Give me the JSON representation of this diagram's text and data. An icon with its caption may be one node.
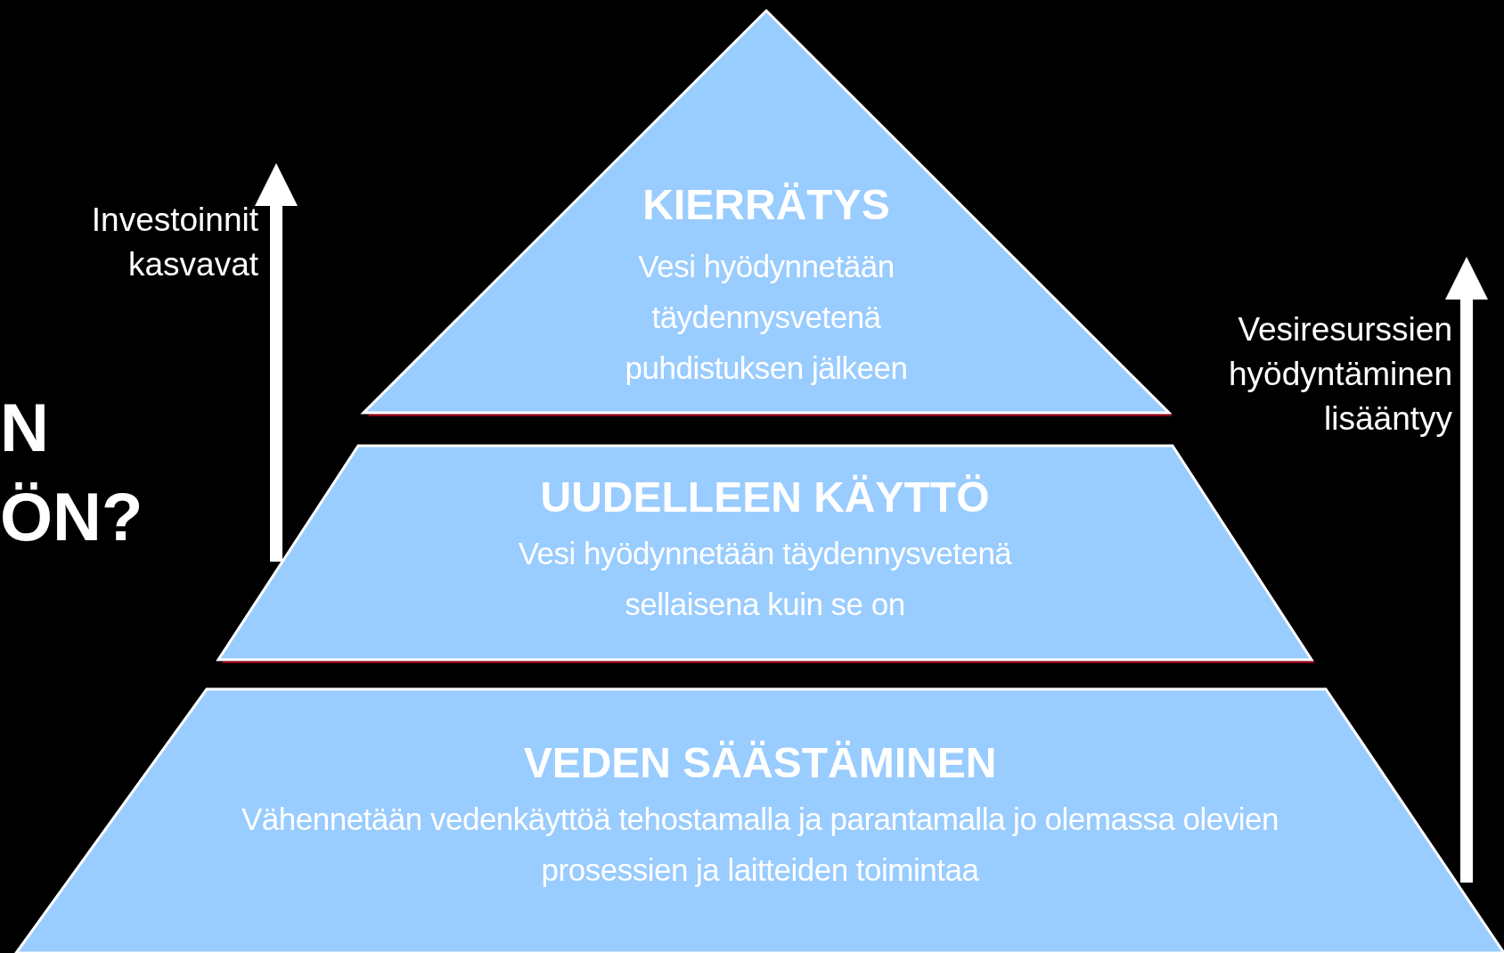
{
  "diagram": {
    "nodes": [
      {
        "text": [
          "KIERRÄTYS",
          "Vesi hyödynnetään täydennysvetenä puhdistuksen jälkeen"
        ]
      },
      {
        "text": [
          "UUDELLEEN KÄYTTÖ",
          "Vesi hyödynnetään täydennysvetenä sellaisena kuin se on"
        ]
      },
      {
        "text": [
          "VEDEN SÄÄSTÄMINEN",
          "Vähennetään vedenkäyttöä tehostamalla ja parantamalla jo olemassa olevien prosessien ja laitteiden toimintaa"
        ]
      }
    ],
    "labels": [
      "Investoinnit kasvavat",
      "Vesiresurssien hyödyntäminen lisääntyy",
      "N",
      "ÖN?"
    ]
  }
}
